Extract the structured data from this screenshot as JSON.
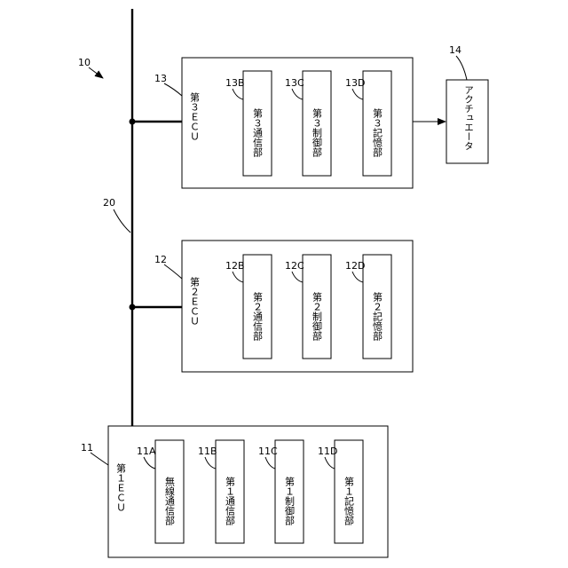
{
  "diagram": {
    "system_ref": "10",
    "bus_ref": "20",
    "ecu3": {
      "ref": "13",
      "label": "第３ＥＣＵ",
      "units": [
        {
          "ref": "13B",
          "label": "第３通信部"
        },
        {
          "ref": "13C",
          "label": "第３制御部"
        },
        {
          "ref": "13D",
          "label": "第３記憶部"
        }
      ]
    },
    "actuator": {
      "ref": "14",
      "label": "アクチュエータ"
    },
    "ecu2": {
      "ref": "12",
      "label": "第２ＥＣＵ",
      "units": [
        {
          "ref": "12B",
          "label": "第２通信部"
        },
        {
          "ref": "12C",
          "label": "第２制御部"
        },
        {
          "ref": "12D",
          "label": "第２記憶部"
        }
      ]
    },
    "ecu1": {
      "ref": "11",
      "label": "第１ＥＣＵ",
      "units": [
        {
          "ref": "11A",
          "label": "無線通信部"
        },
        {
          "ref": "11B",
          "label": "第１通信部"
        },
        {
          "ref": "11C",
          "label": "第１制御部"
        },
        {
          "ref": "11D",
          "label": "第１記憶部"
        }
      ]
    }
  }
}
